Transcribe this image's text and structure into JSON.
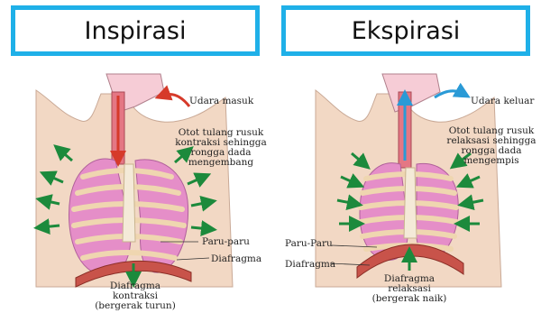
{
  "panels": {
    "inspirasi": {
      "title": "Inspirasi",
      "labels": {
        "udara": "Udara masuk",
        "otot": [
          "Otot tulang rusuk",
          "kontraksi sehingga",
          "rongga dada",
          "mengembang"
        ],
        "paru": "Paru-paru",
        "diafragma": "Diafragma",
        "diafragma_state": [
          "Diafragma",
          "kontraksi",
          "(bergerak turun)"
        ]
      },
      "colors": {
        "airflow": "#d63a2a"
      }
    },
    "ekspirasi": {
      "title": "Ekspirasi",
      "labels": {
        "udara": "Udara keluar",
        "otot": [
          "Otot tulang rusuk",
          "relaksasi sehingga",
          "rongga dada",
          "mengempis"
        ],
        "paru": "Paru-Paru",
        "diafragma": "Diafragma",
        "diafragma_state": [
          "Diafragma",
          "relaksasi",
          "(bergerak naik)"
        ]
      },
      "colors": {
        "airflow": "#2a9ad6"
      }
    }
  },
  "colors": {
    "frame": "#1fb0e8",
    "skin": "#f2d8c4",
    "lung": "#e58ec8",
    "rib": "#efd6b0",
    "diaphragm": "#c8534a",
    "arrow": "#1c8a3c"
  }
}
